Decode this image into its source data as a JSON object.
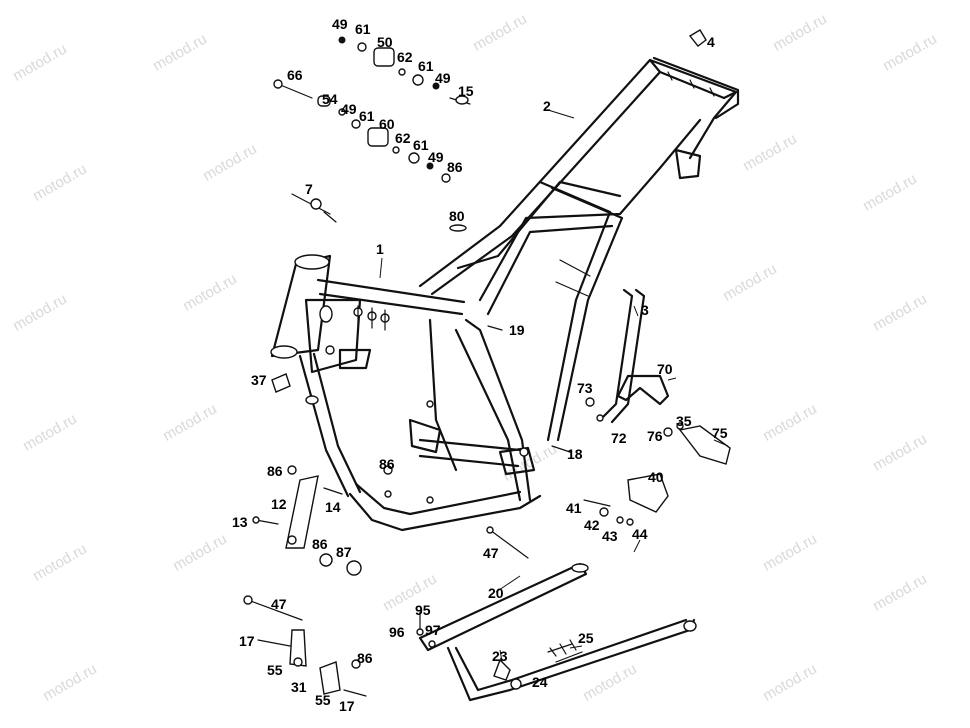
{
  "watermark": {
    "text": "motod.ru"
  },
  "callouts": [
    {
      "id": "c49a",
      "text": "49"
    },
    {
      "id": "c61a",
      "text": "61"
    },
    {
      "id": "c50",
      "text": "50"
    },
    {
      "id": "c62a",
      "text": "62"
    },
    {
      "id": "c61b",
      "text": "61"
    },
    {
      "id": "c49b",
      "text": "49"
    },
    {
      "id": "c15",
      "text": "15"
    },
    {
      "id": "c66",
      "text": "66"
    },
    {
      "id": "c54",
      "text": "54"
    },
    {
      "id": "c49c",
      "text": "49"
    },
    {
      "id": "c61c",
      "text": "61"
    },
    {
      "id": "c60",
      "text": "60"
    },
    {
      "id": "c62b",
      "text": "62"
    },
    {
      "id": "c61d",
      "text": "61"
    },
    {
      "id": "c49d",
      "text": "49"
    },
    {
      "id": "c86a",
      "text": "86"
    },
    {
      "id": "c4",
      "text": "4"
    },
    {
      "id": "c2",
      "text": "2"
    },
    {
      "id": "c7",
      "text": "7"
    },
    {
      "id": "c80",
      "text": "80"
    },
    {
      "id": "c1",
      "text": "1"
    },
    {
      "id": "c19",
      "text": "19"
    },
    {
      "id": "c3",
      "text": "3"
    },
    {
      "id": "c70",
      "text": "70"
    },
    {
      "id": "c37",
      "text": "37"
    },
    {
      "id": "c73",
      "text": "73"
    },
    {
      "id": "c35",
      "text": "35"
    },
    {
      "id": "c75",
      "text": "75"
    },
    {
      "id": "c72",
      "text": "72"
    },
    {
      "id": "c76",
      "text": "76"
    },
    {
      "id": "c18",
      "text": "18"
    },
    {
      "id": "c86b",
      "text": "86"
    },
    {
      "id": "c86c",
      "text": "86"
    },
    {
      "id": "c40",
      "text": "40"
    },
    {
      "id": "c12",
      "text": "12"
    },
    {
      "id": "c14",
      "text": "14"
    },
    {
      "id": "c41",
      "text": "41"
    },
    {
      "id": "c13",
      "text": "13"
    },
    {
      "id": "c42",
      "text": "42"
    },
    {
      "id": "c43",
      "text": "43"
    },
    {
      "id": "c44",
      "text": "44"
    },
    {
      "id": "c86d",
      "text": "86"
    },
    {
      "id": "c87",
      "text": "87"
    },
    {
      "id": "c47a",
      "text": "47"
    },
    {
      "id": "c20",
      "text": "20"
    },
    {
      "id": "c47b",
      "text": "47"
    },
    {
      "id": "c95",
      "text": "95"
    },
    {
      "id": "c96",
      "text": "96"
    },
    {
      "id": "c97",
      "text": "97"
    },
    {
      "id": "c25",
      "text": "25"
    },
    {
      "id": "c17a",
      "text": "17"
    },
    {
      "id": "c23",
      "text": "23"
    },
    {
      "id": "c86e",
      "text": "86"
    },
    {
      "id": "c55a",
      "text": "55"
    },
    {
      "id": "c24",
      "text": "24"
    },
    {
      "id": "c31",
      "text": "31"
    },
    {
      "id": "c55b",
      "text": "55"
    },
    {
      "id": "c17b",
      "text": "17"
    }
  ]
}
